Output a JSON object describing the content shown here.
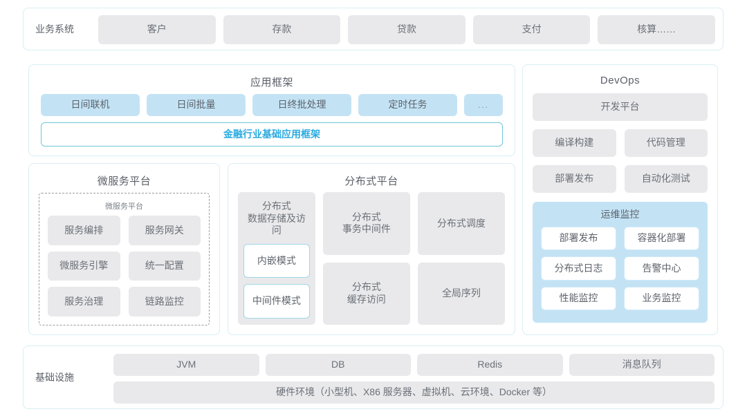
{
  "business": {
    "label": "业务系统",
    "items": [
      "客户",
      "存款",
      "贷款",
      "支付",
      "核算……"
    ]
  },
  "app_framework": {
    "title": "应用框架",
    "items": [
      "日间联机",
      "日间批量",
      "日终批处理",
      "定时任务"
    ],
    "ellipsis": "...",
    "base_frame": "金融行业基础应用框架"
  },
  "microservice": {
    "title": "微服务平台",
    "inner_title": "微服务平台",
    "items": [
      "服务编排",
      "服务网关",
      "微服务引擎",
      "统一配置",
      "服务治理",
      "链路监控"
    ]
  },
  "distributed": {
    "title": "分布式平台",
    "storage": {
      "head": "分布式\n数据存储及访问",
      "modes": [
        "内嵌模式",
        "中间件模式"
      ]
    },
    "items": [
      "分布式\n事务中间件",
      "分布式调度",
      "分布式\n缓存访问",
      "全局序列"
    ]
  },
  "devops": {
    "title": "DevOps",
    "platform": "开发平台",
    "items": [
      "编译构建",
      "代码管理",
      "部署发布",
      "自动化测试"
    ],
    "ops": {
      "title": "运维监控",
      "items": [
        "部署发布",
        "容器化部署",
        "分布式日志",
        "告警中心",
        "性能监控",
        "业务监控"
      ]
    }
  },
  "infrastructure": {
    "label": "基础设施",
    "items": [
      "JVM",
      "DB",
      "Redis",
      "消息队列"
    ],
    "hardware": "硬件环境（小型机、X86 服务器、虚拟机、云环境、Docker 等）"
  },
  "colors": {
    "panel_border": "#d8eef2",
    "card_gray": "#e9e9eb",
    "card_blue": "#c3e3f5",
    "accent_cyan": "#2aaae0",
    "text": "#5a6068"
  }
}
